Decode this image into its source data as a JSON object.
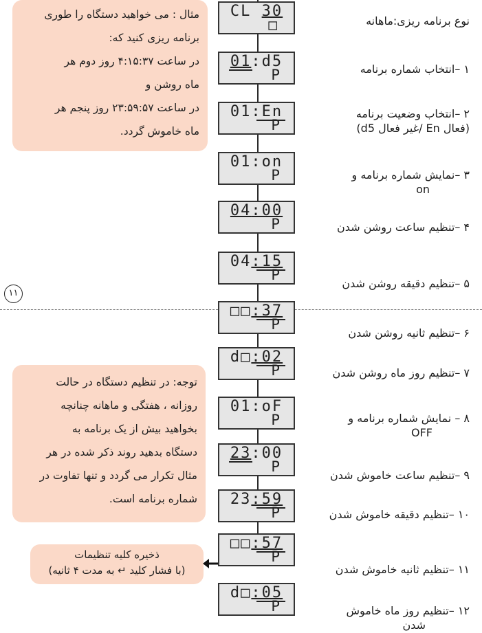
{
  "page_number": "۱۱",
  "notes": {
    "example_lines": [
      "مثال : می خواهید دستگاه را طوری",
      "برنامه ریزی کنید که:",
      "در ساعت ۴:۱۵:۳۷ روز دوم هر",
      "ماه روشن و",
      "در ساعت ۲۳:۵۹:۵۷ روز پنجم هر",
      "ماه خاموش گردد."
    ],
    "attention_lines": [
      "توجه: در تنظیم دستگاه در حالت",
      "روزانه ، هفتگی و ماهانه چنانچه",
      "بخواهید بیش از یک برنامه به",
      "دستگاه بدهید روند ذکر شده در هر",
      "مثال تکرار می گردد و تنها تفاوت در",
      "شماره برنامه است."
    ],
    "save_lines": [
      "ذخیره کلیه تنظیمات",
      "(با فشار کلید ↵ به مدت ۴ ثانیه)"
    ]
  },
  "displays": [
    {
      "left": "CL",
      "right": "30",
      "bottom": "□"
    },
    {
      "left": "01",
      "right": ":d5",
      "bottom": "P"
    },
    {
      "left": "01",
      "right": ":En",
      "bottom": "P"
    },
    {
      "left": "01",
      "right": ":on",
      "bottom": "P"
    },
    {
      "left": "04",
      "right": ":00",
      "bottom": "P"
    },
    {
      "left": "04",
      "right": ":15",
      "bottom": "P"
    },
    {
      "left": "□□",
      "right": ":37",
      "bottom": "P"
    },
    {
      "left": "d□",
      "right": ":02",
      "bottom": "P"
    },
    {
      "left": "01",
      "right": ":oF",
      "bottom": "P"
    },
    {
      "left": "23",
      "right": ":00",
      "bottom": "P"
    },
    {
      "left": "23",
      "right": ":59",
      "bottom": "P"
    },
    {
      "left": "□□",
      "right": ":57",
      "bottom": "P"
    },
    {
      "left": "d□",
      "right": ":05",
      "bottom": "P"
    }
  ],
  "steps": [
    [
      "نوع برنامه ریزی:ماهانه"
    ],
    [
      "۱ –انتخاب شماره برنامه"
    ],
    [
      "۲ –انتخاب وضعیت برنامه",
      "(فعال En /غیر فعال d5)"
    ],
    [
      "۳ –نمایش شماره برنامه و",
      "on"
    ],
    [
      "۴ –تنظیم ساعت روشن شدن"
    ],
    [
      "۵ –تنظیم دقیقه روشن شدن"
    ],
    [
      "۶ –تنظیم ثانیه روشن شدن"
    ],
    [
      "۷ –تنظیم روز ماه روشن شدن"
    ],
    [
      "۸ – نمایش شماره برنامه و",
      "OFF"
    ],
    [
      "۹ –تنظیم ساعت خاموش شدن"
    ],
    [
      "۱۰ –تنظیم دقیقه خاموش شدن"
    ],
    [
      "۱۱ –تنظیم ثانیه خاموش شدن"
    ],
    [
      "۱۲ –تنظیم روز ماه خاموش",
      "شدن"
    ]
  ]
}
